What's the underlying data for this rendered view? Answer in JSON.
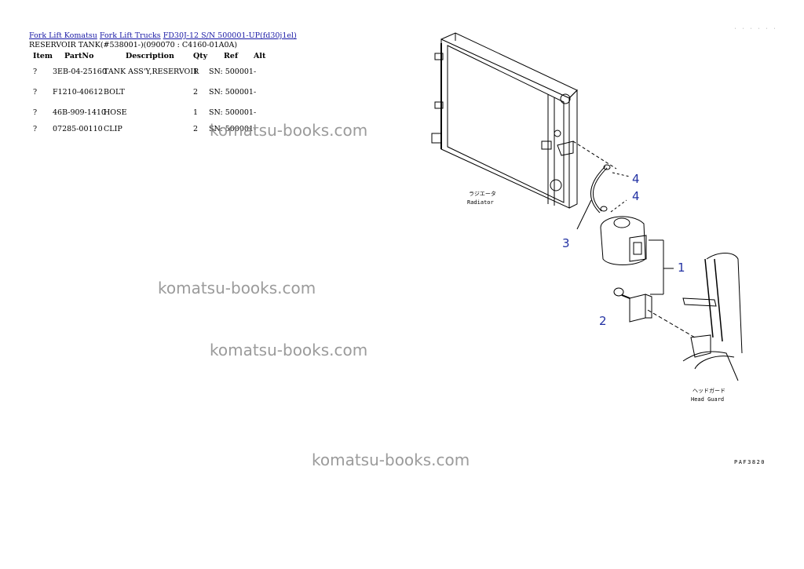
{
  "breadcrumb": {
    "link1": "Fork Lift Komatsu",
    "link2": "Fork Lift Trucks",
    "link3": "FD30J-12 S/N 500001-UP(fd30j1el)"
  },
  "subtitle": "RESERVOIR TANK(#538001-)(090070 : C4160-01A0A)",
  "table": {
    "headers": {
      "item": "Item",
      "partno": "PartNo",
      "description": "Description",
      "qty": "Qty",
      "ref": "Ref",
      "alt": "Alt"
    },
    "rows": [
      {
        "item": "?",
        "partno": "3EB-04-25160",
        "description": "TANK ASS'Y,RESERVOIR",
        "qty": "1",
        "ref": "SN: 500001-"
      },
      {
        "item": "?",
        "partno": "F1210-40612",
        "description": "BOLT",
        "qty": "2",
        "ref": "SN: 500001-"
      },
      {
        "item": "?",
        "partno": "46B-909-1410",
        "description": "HOSE",
        "qty": "1",
        "ref": "SN: 500001-"
      },
      {
        "item": "?",
        "partno": "07285-00110",
        "description": "CLIP",
        "qty": "2",
        "ref": "SN: 500001-"
      }
    ]
  },
  "watermark": "komatsu-books.com",
  "diagram": {
    "callouts": [
      "4",
      "4",
      "3",
      "1",
      "2"
    ],
    "radiator_jp": "ラジエータ",
    "radiator_en": "Radiator",
    "headguard_jp": "ヘッドガード",
    "headguard_en": "Head Guard",
    "figure_code": "PAF3820"
  },
  "colors": {
    "link": "#1a1aa6",
    "callout": "#2231a3",
    "watermark": "#8a8a8a"
  }
}
